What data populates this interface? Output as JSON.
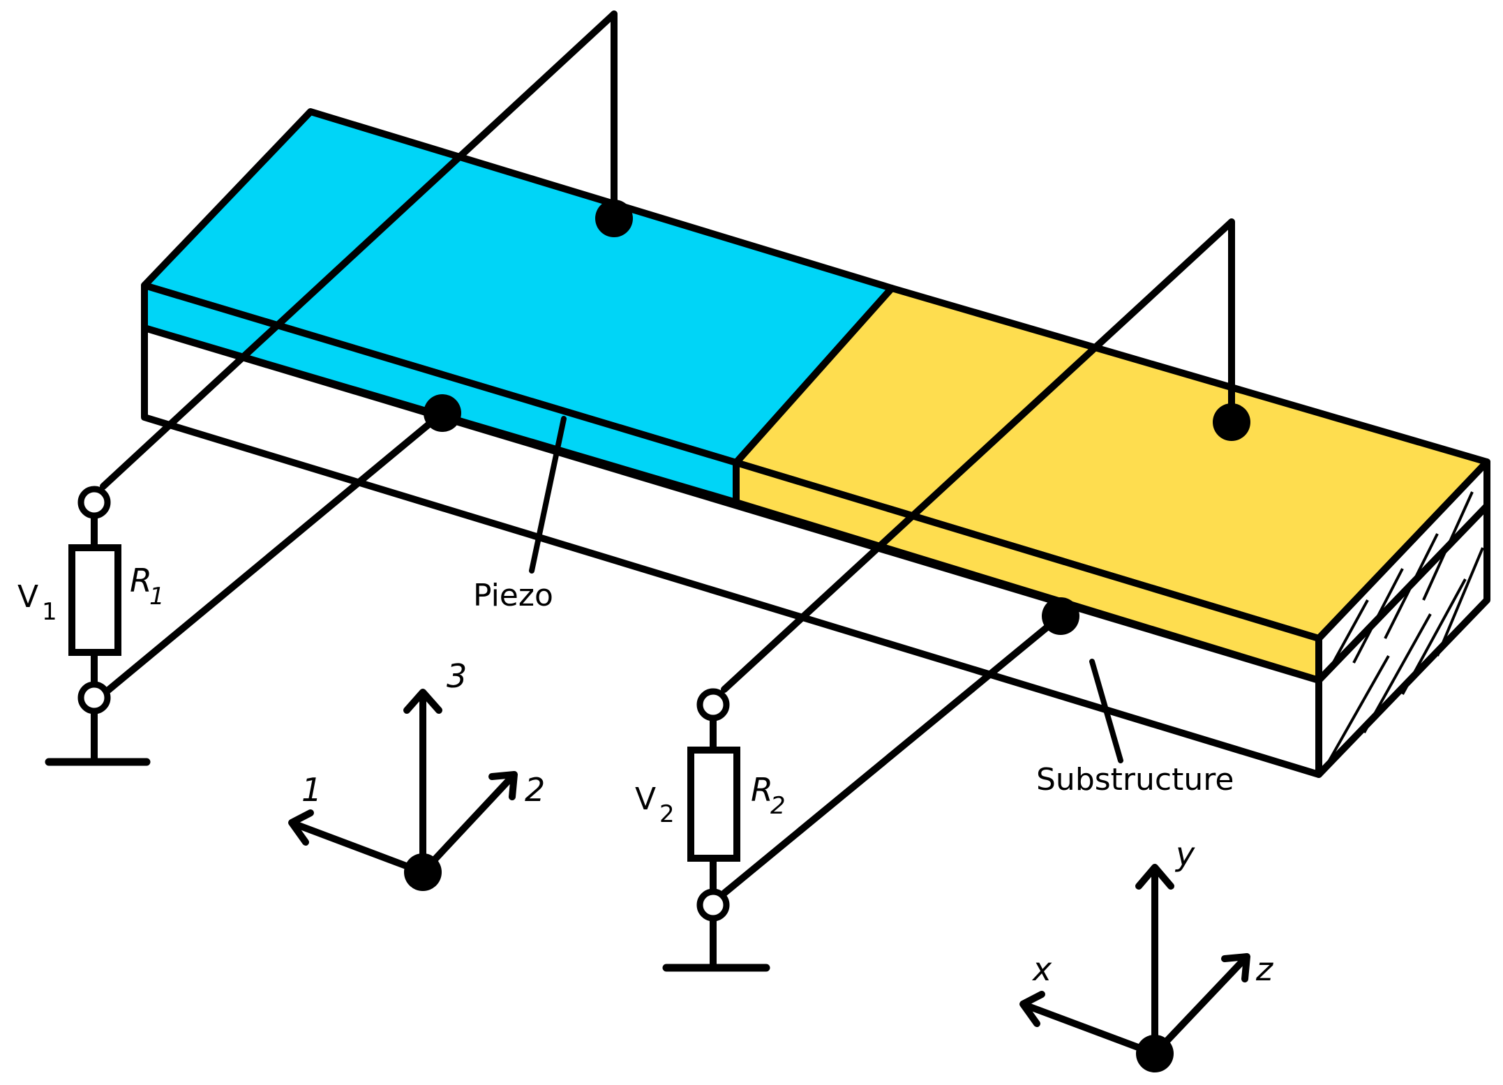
{
  "colors": {
    "piezo_blue": "#00D5F7",
    "piezo_yellow": "#FEDD4F",
    "outline": "#000000",
    "background": "#FFFFFF"
  },
  "labels": {
    "piezo": "Piezo",
    "substructure": "Substructure",
    "v1_letter": "V",
    "v1_sub": "1",
    "r1_letter": "R",
    "r1_sub": "1",
    "v2_letter": "V",
    "v2_sub": "2",
    "r2_letter": "R",
    "r2_sub": "2"
  },
  "axes_material": {
    "a1": "1",
    "a2": "2",
    "a3": "3"
  },
  "axes_global": {
    "x": "x",
    "y": "y",
    "z": "z"
  }
}
